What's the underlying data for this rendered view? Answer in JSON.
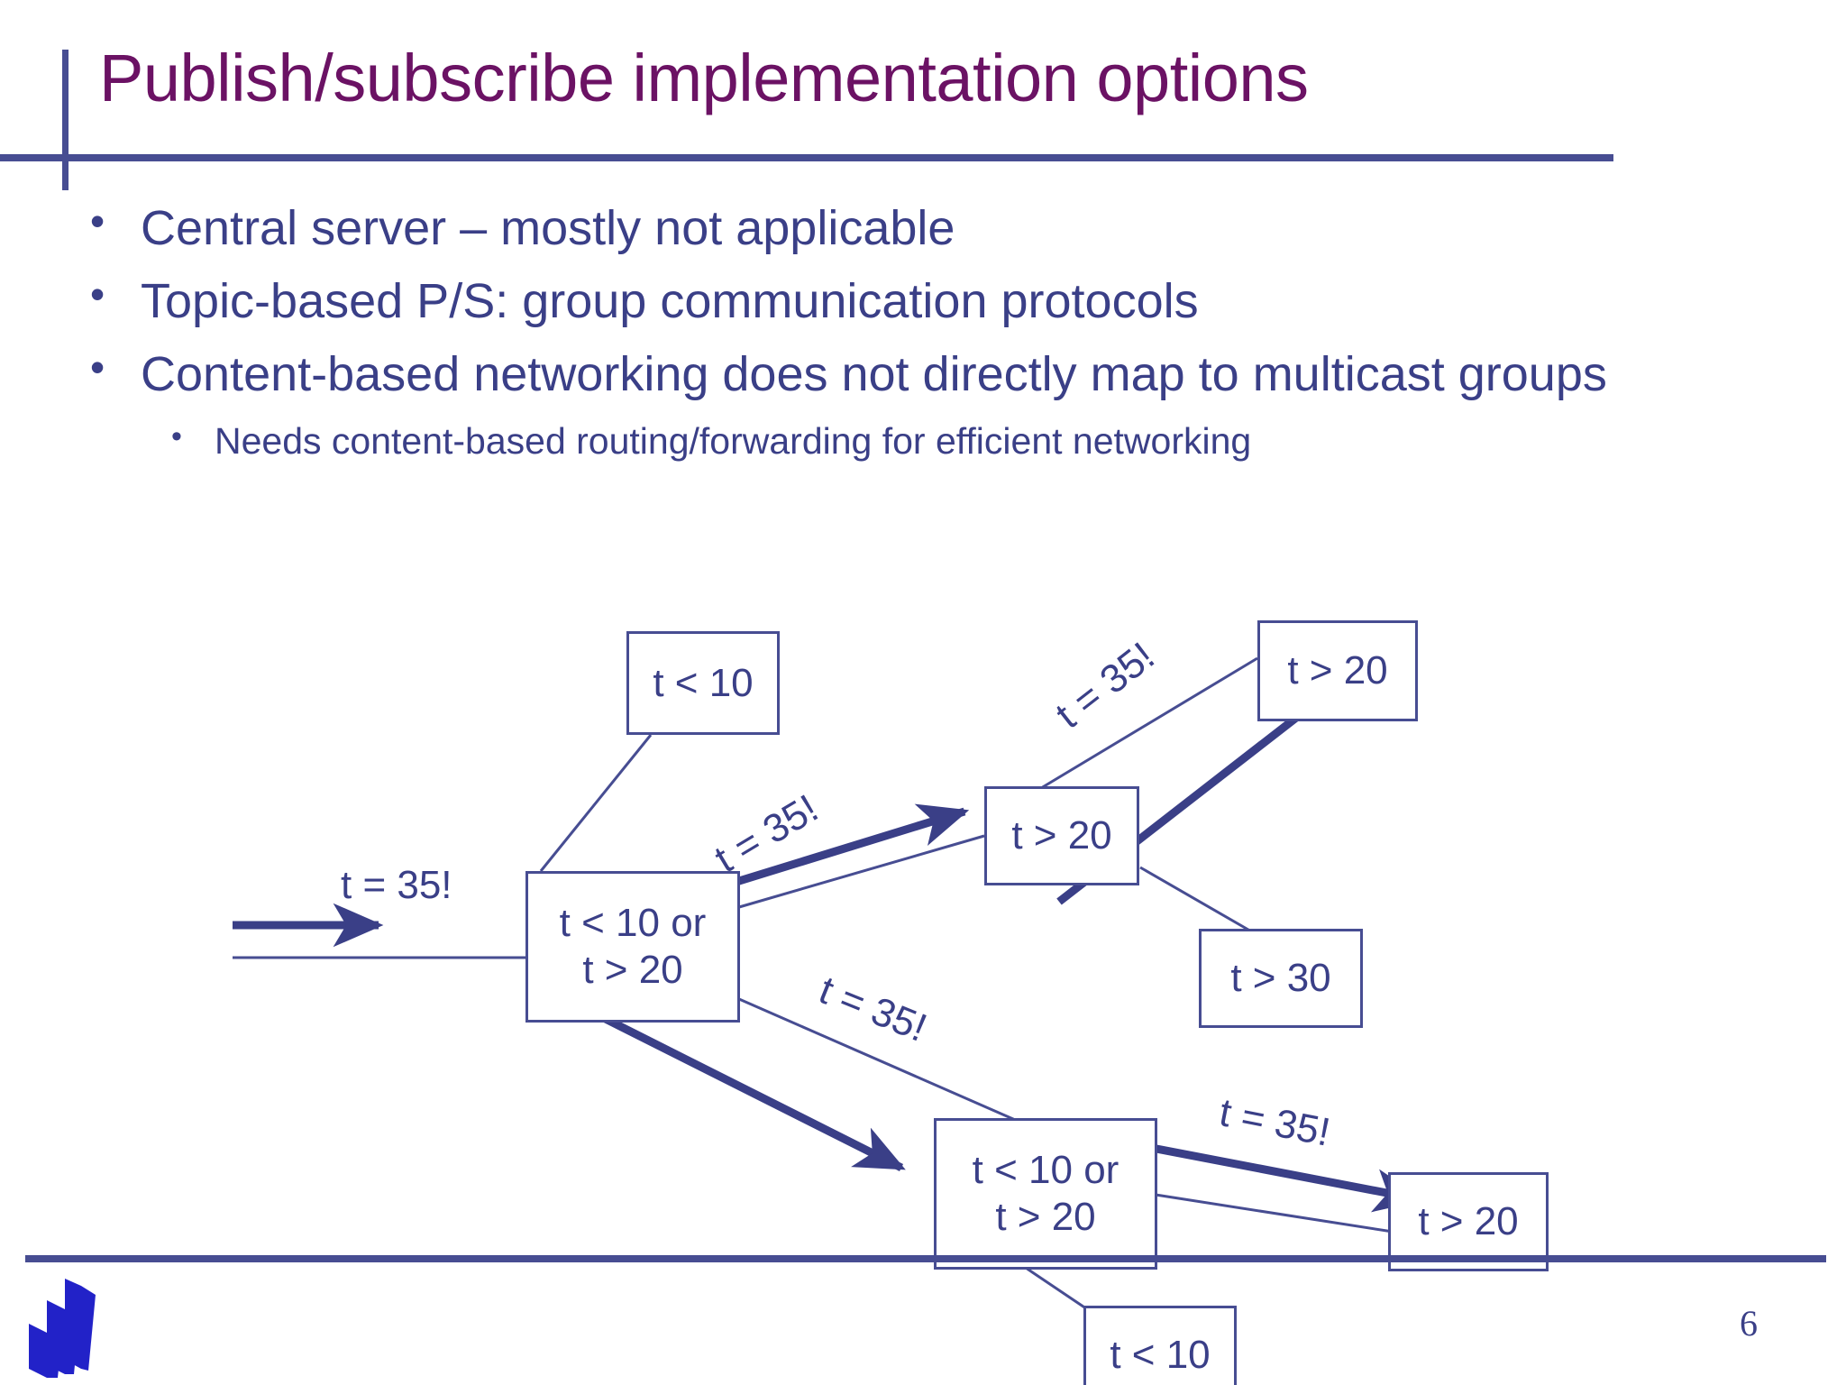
{
  "slide": {
    "title": "Publish/subscribe implementation options",
    "page_number": "6",
    "accent_color": "#474D92",
    "title_color": "#6B1264",
    "body_color": "#3A3F87"
  },
  "bullets": [
    {
      "level": 1,
      "text": "Central server – mostly not applicable"
    },
    {
      "level": 1,
      "text": "Topic-based P/S: group communication protocols"
    },
    {
      "level": 1,
      "text": "Content-based networking does not directly map to multicast groups"
    },
    {
      "level": 2,
      "text": "Needs content-based routing/forwarding for efficient networking"
    }
  ],
  "diagram": {
    "nodes": [
      {
        "id": "n-t-lt-10-top",
        "label": "t < 10"
      },
      {
        "id": "n-t-gt-20-topright",
        "label": "t > 20"
      },
      {
        "id": "n-root",
        "label": "t < 10 or\nt > 20"
      },
      {
        "id": "n-t-gt-20-mid",
        "label": "t > 20"
      },
      {
        "id": "n-t-gt-30",
        "label": "t > 30"
      },
      {
        "id": "n-sub-root",
        "label": "t < 10 or\nt > 20"
      },
      {
        "id": "n-t-gt-20-bottom",
        "label": "t > 20"
      },
      {
        "id": "n-t-lt-10-bottom",
        "label": "t < 10"
      }
    ],
    "edge_labels": [
      {
        "id": "lbl-incoming",
        "text": "t = 35!"
      },
      {
        "id": "lbl-root-up",
        "text": "t = 35!"
      },
      {
        "id": "lbl-mid-up",
        "text": "t = 35!"
      },
      {
        "id": "lbl-root-down",
        "text": "t = 35!"
      },
      {
        "id": "lbl-sub-right",
        "text": "t = 35!"
      }
    ]
  }
}
